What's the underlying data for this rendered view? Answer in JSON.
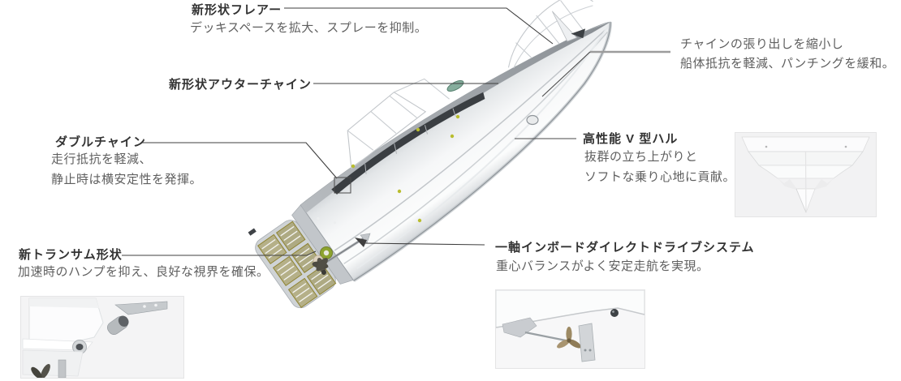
{
  "page": {
    "background": "#ffffff"
  },
  "diagram": {
    "subject": "boat-hull-feature-diagram",
    "annotations": {
      "flare": {
        "title": "新形状フレアー",
        "desc": "デッキスペースを拡大、スプレーを抑制。"
      },
      "outer_chine": {
        "title": "新形状アウターチャイン"
      },
      "double_chine": {
        "title": "ダブルチャイン",
        "desc1": "走行抵抗を軽減、",
        "desc2": "静止時は横安定性を発揮。"
      },
      "transom": {
        "title": "新トランサム形状",
        "desc": "加速時のハンプを抑え、良好な視界を確保。"
      },
      "chine_overhang": {
        "desc1": "チャインの張り出しを縮小し",
        "desc2": "船体抵抗を軽減、パンチングを緩和。"
      },
      "v_hull": {
        "title": "高性能 V 型ハル",
        "desc1": "抜群の立ち上がりと",
        "desc2": "ソフトな乗り心地に貢献。"
      },
      "inboard_drive": {
        "title": "一軸インボードダイレクトドライブシステム",
        "desc": "重心バランスがよく安定走航を実現。"
      }
    },
    "insets": {
      "left": "transom-close-up-image",
      "center": "inboard-drive-close-up-image",
      "right": "v-hull-cross-section-image"
    },
    "colors": {
      "title_text": "#333333",
      "body_text": "#5f5f5f",
      "leader_line_dark": "#3f3f3f",
      "leader_line_light": "#9c9c9c",
      "fitting_green": "#8da32f",
      "fitting_teal": "#85ad9c",
      "dot_yellow": "#b9bd2e"
    }
  }
}
